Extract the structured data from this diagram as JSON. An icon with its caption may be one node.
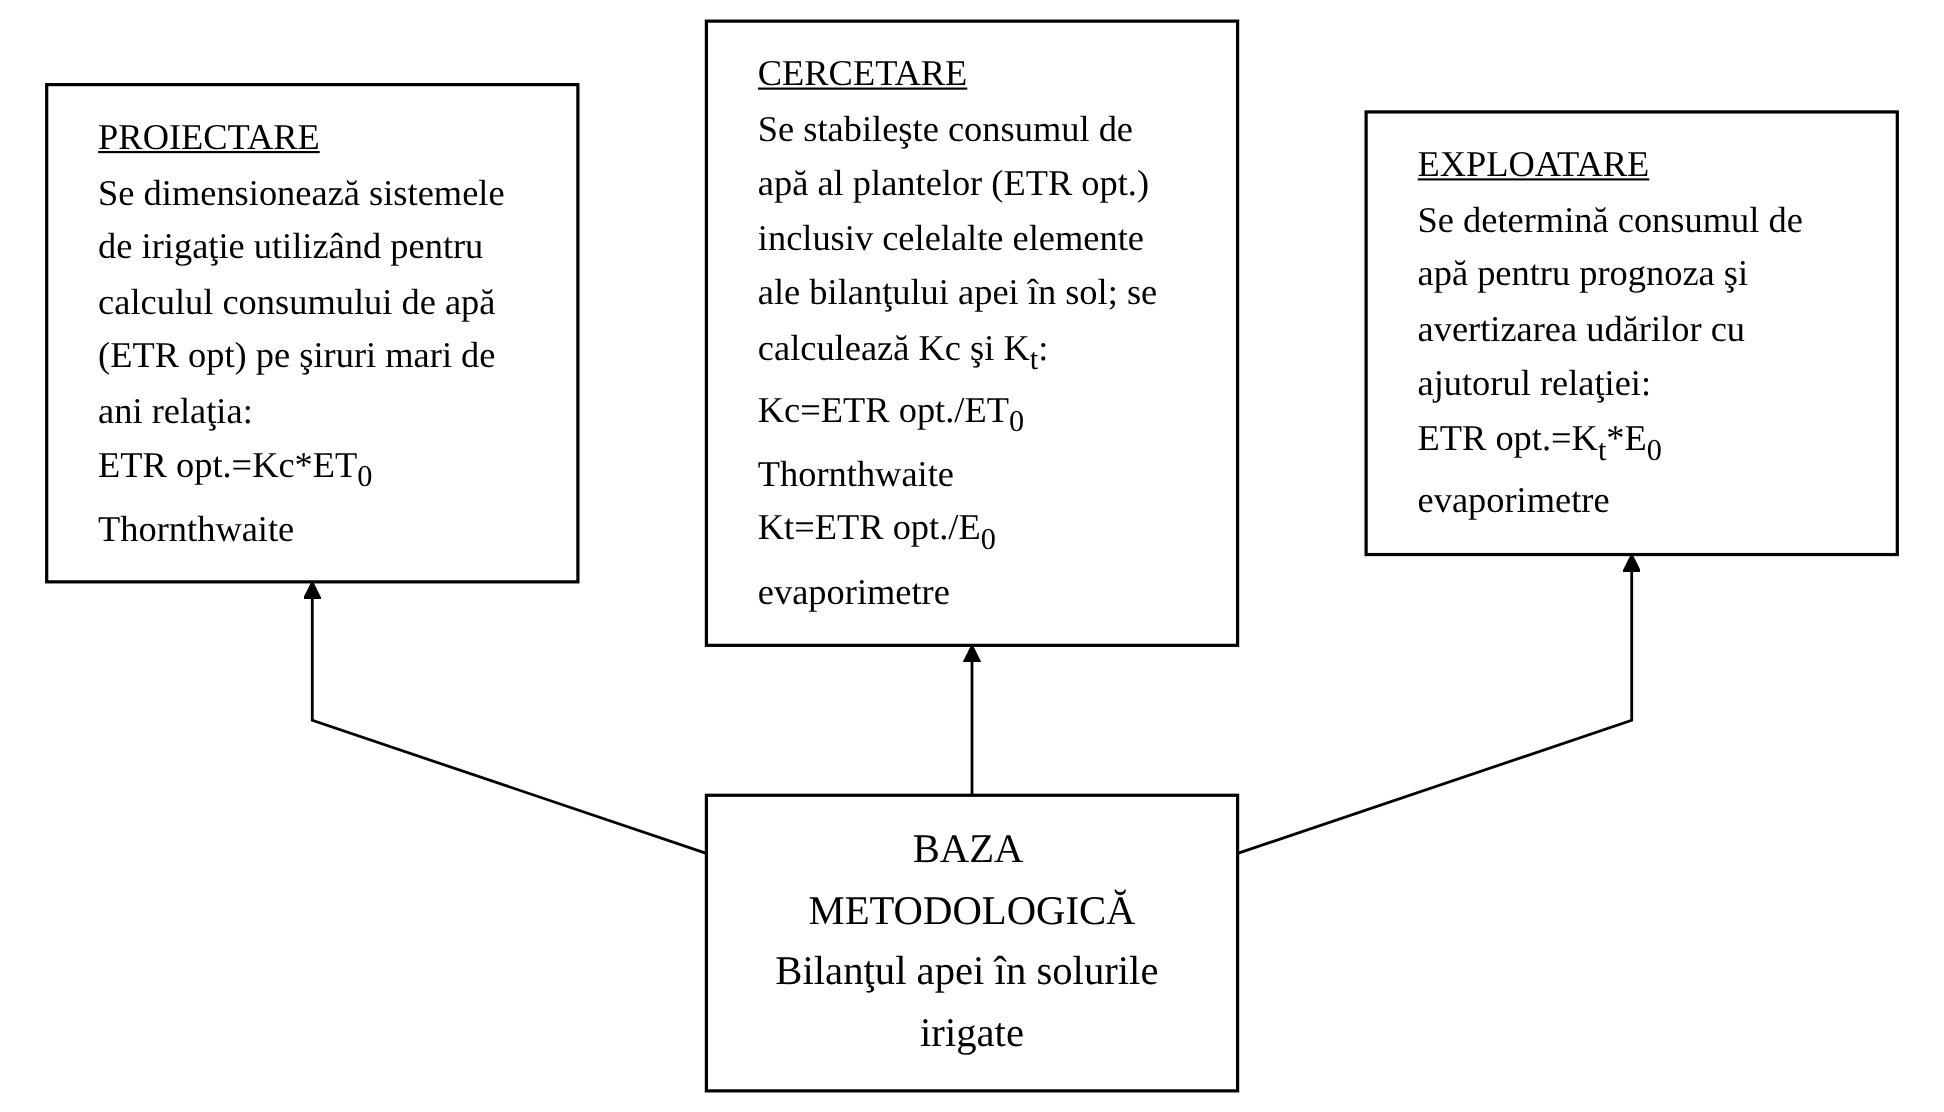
{
  "diagram": {
    "nodes": [
      {
        "text": [
          "PROIECTARE",
          "Se dimensionează sistemele de irigaţie utilizând pentru calculul consumului de apă (ETR opt) pe şiruri mari de ani relaţia:",
          "ETR opt.=Kc*ET$_{0}$",
          "Thornthwaite"
        ]
      },
      {
        "text": [
          "CERCETARE",
          "Se stabileşte consumul de apă al plantelor (ETR opt.) inclusiv celelalte elemente ale bilanţului apei în sol; se calculează Kc şi K$_{t}$:",
          "Kc=ETR opt./ET$_{0}$",
          "Thornthwaite",
          "Kt=ETR opt./E$_{0}$",
          "evaporimetre"
        ]
      },
      {
        "text": [
          "EXPLOATARE",
          "Se determină consumul de apă pentru prognoza şi avertizarea udărilor cu ajutorul relaţiei:",
          "ETR opt.=K$_{t}$*E$_{0}$",
          "evaporimetre"
        ]
      },
      {
        "text": [
          "BAZA METODOLOGICĂ",
          "Bilanţul apei în solurile irigate"
        ]
      }
    ],
    "edges": [
      {
        "from": 3,
        "to": 0,
        "arrow": "to"
      },
      {
        "from": 3,
        "to": 1,
        "arrow": "to"
      },
      {
        "from": 3,
        "to": 2,
        "arrow": "to"
      }
    ]
  }
}
